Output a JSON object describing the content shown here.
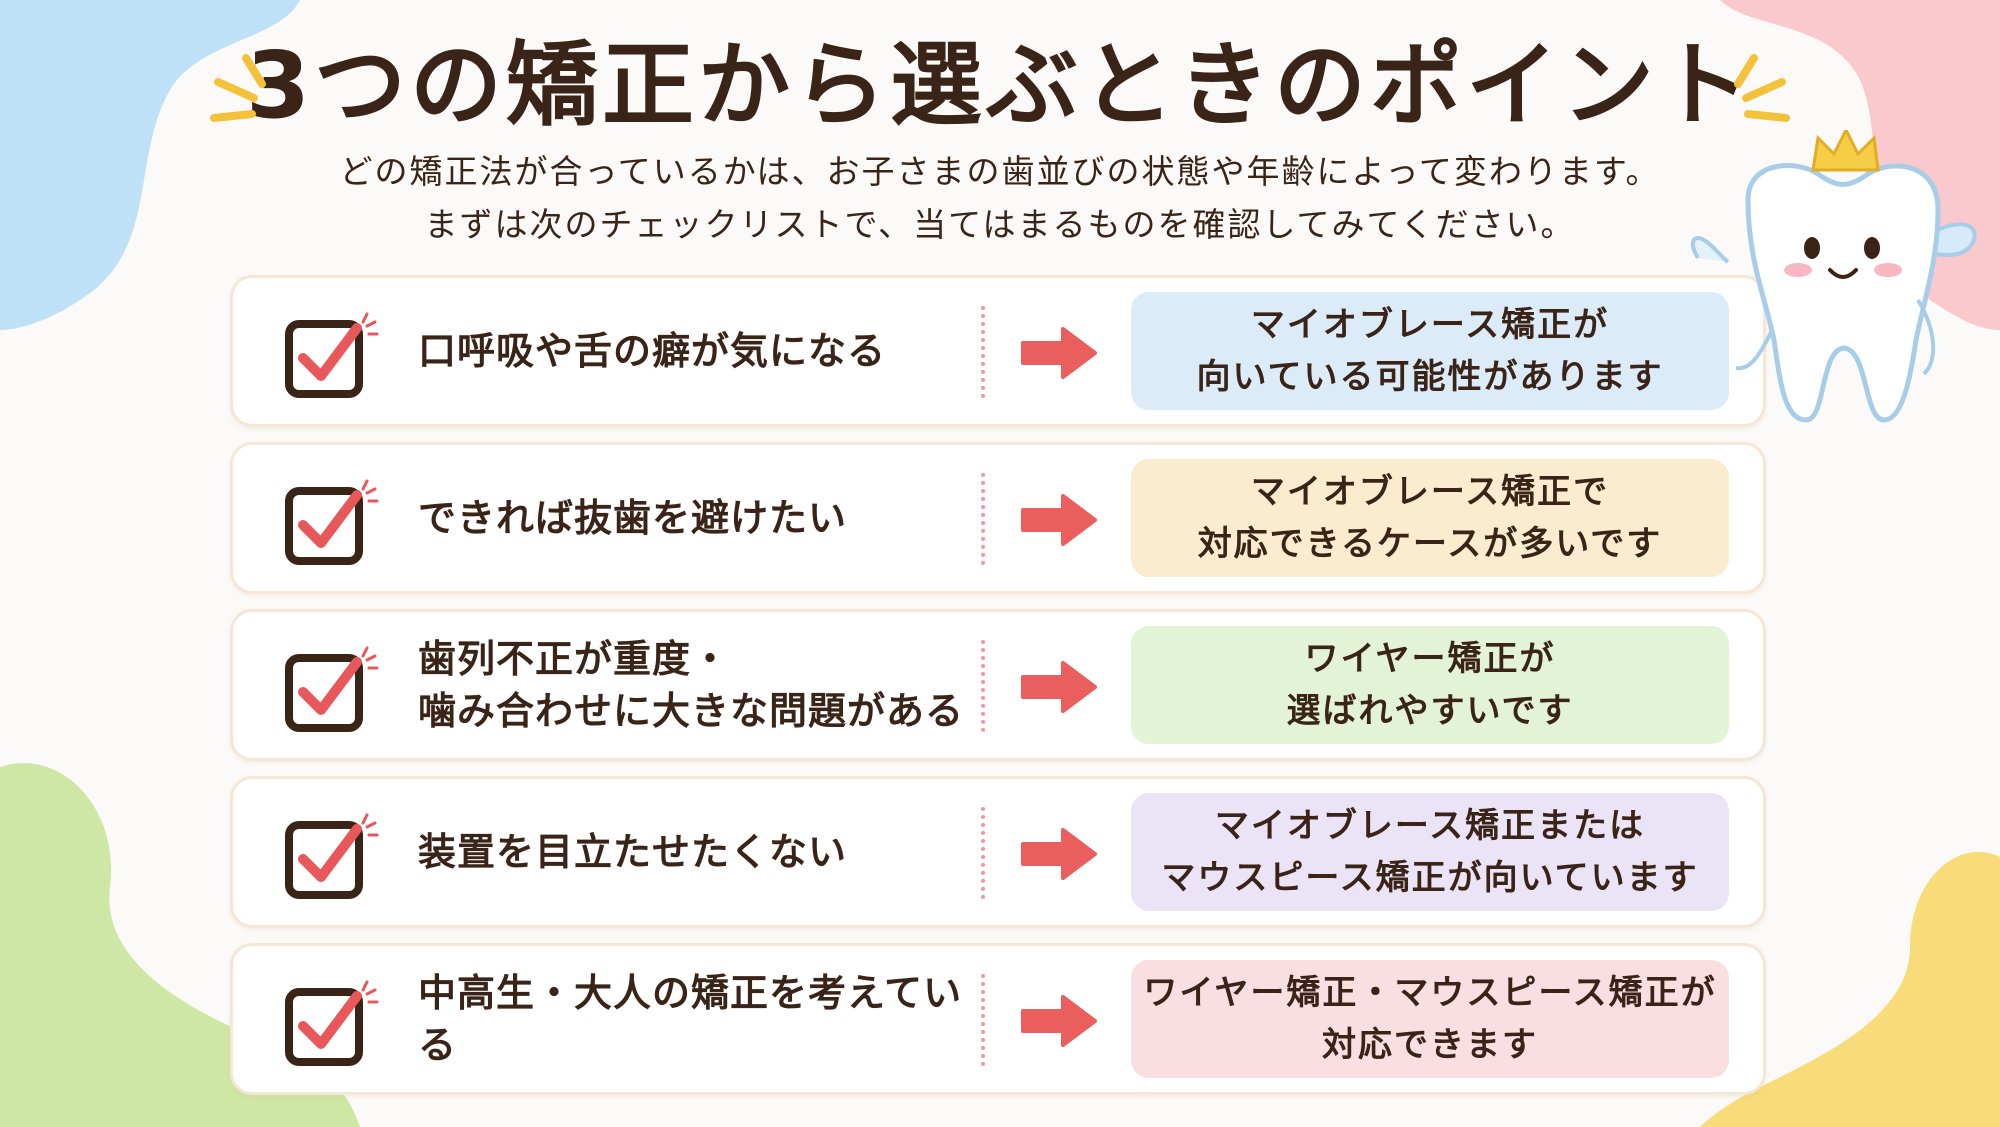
{
  "header": {
    "title": "3つの矯正から選ぶときのポイント",
    "subtitle_line1": "どの矯正法が合っているかは、お子さまの歯並びの状態や年齢によって変わります。",
    "subtitle_line2": "まずは次のチェックリストで、当てはまるものを確認してみてください。"
  },
  "rows": [
    {
      "condition_lines": [
        "口呼吸や舌の癖が気になる"
      ],
      "result_lines": [
        "マイオブレース矯正が",
        "向いている可能性があります"
      ],
      "result_color": "#dcebf8"
    },
    {
      "condition_lines": [
        "できれば抜歯を避けたい"
      ],
      "result_lines": [
        "マイオブレース矯正で",
        "対応できるケースが多いです"
      ],
      "result_color": "#fbebcf"
    },
    {
      "condition_lines": [
        "歯列不正が重度・",
        "噛み合わせに大きな問題がある"
      ],
      "result_lines": [
        "ワイヤー矯正が",
        "選ばれやすいです"
      ],
      "result_color": "#e3f3d6"
    },
    {
      "condition_lines": [
        "装置を目立たせたくない"
      ],
      "result_lines": [
        "マイオブレース矯正または",
        "マウスピース矯正が向いています"
      ],
      "result_color": "#ebe3f6"
    },
    {
      "condition_lines": [
        "中高生・大人の矯正を考えている"
      ],
      "result_lines": [
        "ワイヤー矯正・マウスピース矯正が",
        "対応できます"
      ],
      "result_color": "#f9dfe2"
    }
  ],
  "colors": {
    "check_box": "#3a2418",
    "check_mark": "#e8585a",
    "arrow": "#ea5e5e",
    "blob_blue": "#bfe1f7",
    "blob_pink": "#f9c9cd",
    "blob_green": "#cfe7a4",
    "blob_yellow": "#f8dc7a"
  }
}
